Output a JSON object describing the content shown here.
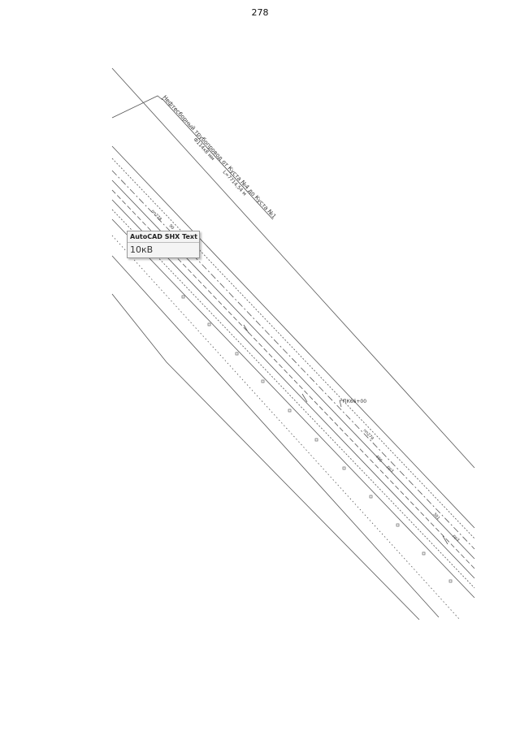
{
  "page": {
    "number": "278"
  },
  "drawing": {
    "pipeline_title": "Нефтесборный трубопровод от Куста №4 до Куста №1",
    "pipe_spec": "Ф114х8 мм",
    "length": "L=7714,54 м",
    "picket_label": "ПК66+00",
    "labels": [
      "пп278",
      "90",
      "пп279",
      "400",
      "pp3",
      "301",
      "pp3"
    ]
  },
  "tooltip": {
    "title": "AutoCAD SHX Text",
    "value": "10кВ"
  },
  "colors": {
    "line": "#555555",
    "text": "#333333",
    "background": "#ffffff"
  }
}
